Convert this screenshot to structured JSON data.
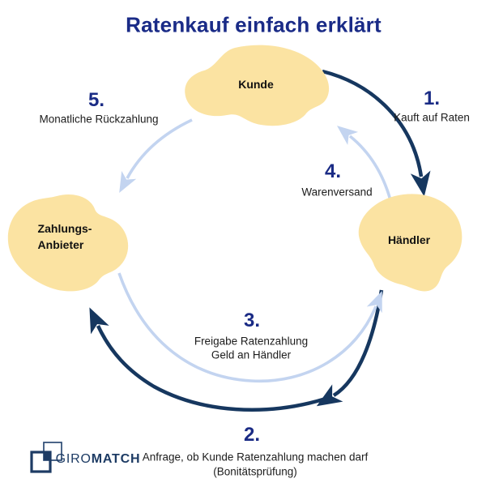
{
  "title": "Ratenkauf einfach erklärt",
  "nodes": {
    "kunde": {
      "label": "Kunde"
    },
    "haendler": {
      "label": "Händler"
    },
    "zahlungsanbieter": {
      "label_line1": "Zahlungs-",
      "label_line2": "Anbieter"
    }
  },
  "steps": [
    {
      "number": "1.",
      "text": "Kauft auf Raten"
    },
    {
      "number": "2.",
      "text": "Anfrage, ob Kunde Ratenzahlung machen darf",
      "text2": "(Bonitätsprüfung)"
    },
    {
      "number": "3.",
      "text": "Freigabe Ratenzahlung",
      "text2": "Geld an Händler"
    },
    {
      "number": "4.",
      "text": "Warenversand"
    },
    {
      "number": "5.",
      "text": "Monatliche Rückzahlung"
    }
  ],
  "flow": [
    {
      "step": 1,
      "from": "Kunde",
      "to": "Händler",
      "style": "dark"
    },
    {
      "step": 2,
      "from": "Händler",
      "to": "Zahlungs-Anbieter",
      "style": "dark"
    },
    {
      "step": 3,
      "from": "Zahlungs-Anbieter",
      "to": "Händler",
      "style": "light"
    },
    {
      "step": 4,
      "from": "Händler",
      "to": "Kunde",
      "style": "light"
    },
    {
      "step": 5,
      "from": "Kunde",
      "to": "Zahlungs-Anbieter",
      "style": "light"
    }
  ],
  "logo": {
    "brand_part1": "GIRO",
    "brand_part2": "MATCH"
  },
  "colors": {
    "title_blue": "#1a2b87",
    "dark_arrow": "#16375f",
    "light_arrow": "#c3d4f0",
    "blob_fill": "#fbe3a2",
    "logo_navy": "#1d3b64",
    "background": "#ffffff"
  }
}
